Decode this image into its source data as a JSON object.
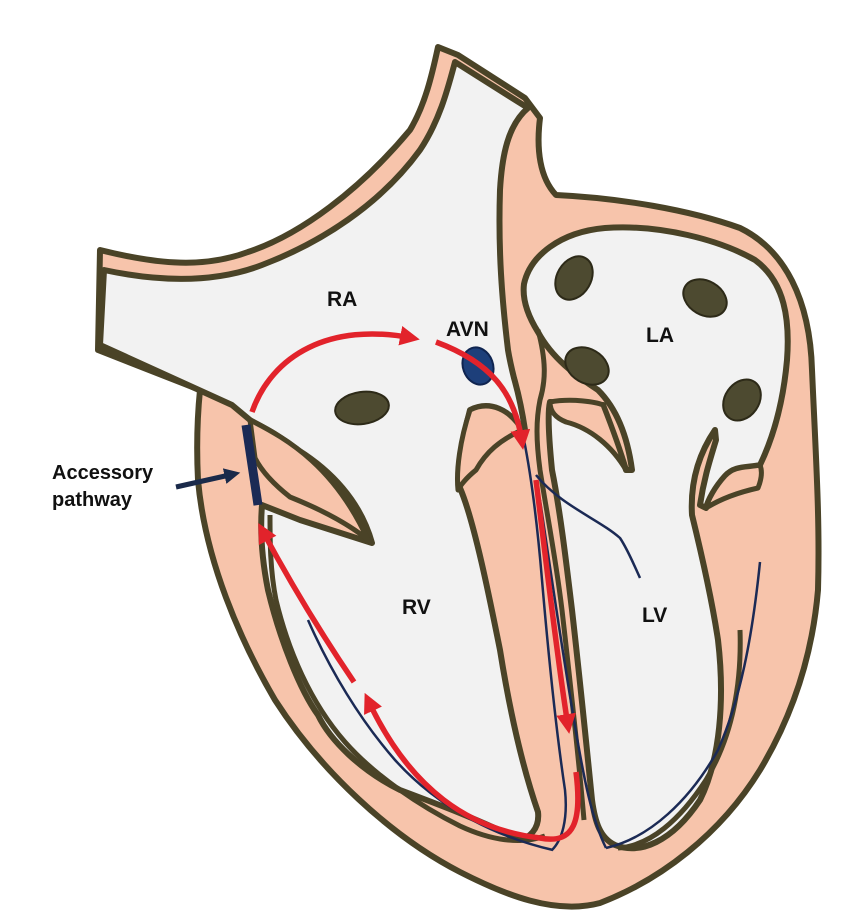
{
  "labels": {
    "ra": "RA",
    "avn": "AVN",
    "la": "LA",
    "rv": "RV",
    "lv": "LV",
    "accessory_line1": "Accessory",
    "accessory_line2": "pathway"
  },
  "colors": {
    "muscle": "#f7c4ab",
    "outline": "#4a4327",
    "chamber": "#f2f2f2",
    "vein_opening": "#4d4a30",
    "conduction": "#e2232b",
    "fiber": "#1b2a55",
    "node": "#1d3f7a",
    "pointer": "#1a2a4a"
  },
  "icons": {
    "pointer_arrow": "arrow-right-icon",
    "conduction_arrow": "arrowhead-icon"
  }
}
